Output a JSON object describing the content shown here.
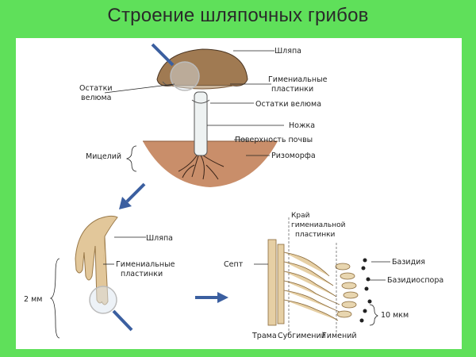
{
  "title": "Строение шляпочных грибов",
  "labels": {
    "cap": "Шляпа",
    "velum_left_1": "Остатки",
    "velum_left_2": "велюма",
    "hymenial_1": "Гимениальные",
    "hymenial_2": "пластинки",
    "velum_right": "Остатки велюма",
    "stem": "Ножка",
    "soil_surface": "Поверхность почвы",
    "mycelium": "Мицелий",
    "rhizomorph": "Ризоморфа",
    "cap_2": "Шляпа",
    "hymenial_b1": "Гимениальные",
    "hymenial_b2": "пластинки",
    "two_mm": "2 мм",
    "edge_1": "Край",
    "edge_2": "гимениальной",
    "edge_3": "пластинки",
    "septum": "Септ",
    "basidium": "Базидия",
    "basidiospore": "Базидиоспора",
    "ten_um": "10 мкм",
    "trama": "Трама",
    "subhymenium": "Субгимений",
    "hymenium": "Гимений"
  }
}
